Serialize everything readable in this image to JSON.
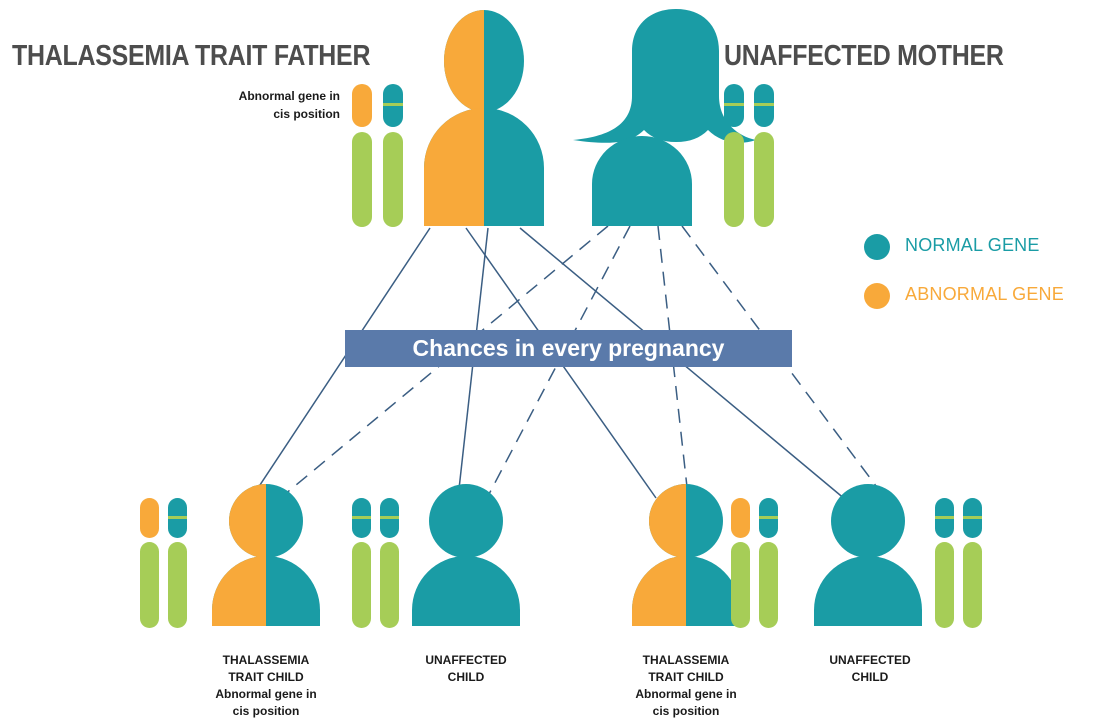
{
  "father": {
    "title": "THALASSEMIA TRAIT FATHER",
    "note_line1": "Abnormal gene in",
    "note_line2": "cis position"
  },
  "mother": {
    "title": "UNAFFECTED MOTHER"
  },
  "legend": {
    "normal_label": "NORMAL GENE",
    "abnormal_label": "ABNORMAL GENE"
  },
  "banner": "Chances in every pregnancy",
  "children": [
    {
      "line1": "THALASSEMIA",
      "line2": "TRAIT CHILD",
      "line3": "Abnormal gene in",
      "line4": "cis position"
    },
    {
      "line1": "UNAFFECTED",
      "line2": "CHILD",
      "line3": "",
      "line4": ""
    },
    {
      "line1": "THALASSEMIA",
      "line2": "TRAIT CHILD",
      "line3": "Abnormal gene in",
      "line4": "cis position"
    },
    {
      "line1": "UNAFFECTED",
      "line2": "CHILD",
      "line3": "",
      "line4": ""
    }
  ],
  "colors": {
    "normal": "#1a9ca5",
    "abnormal": "#f8a93a",
    "chromosome": "#a6cd57",
    "banner": "#5a7aaa",
    "line": "#3b5e83",
    "title_text": "#4d4d4d"
  }
}
